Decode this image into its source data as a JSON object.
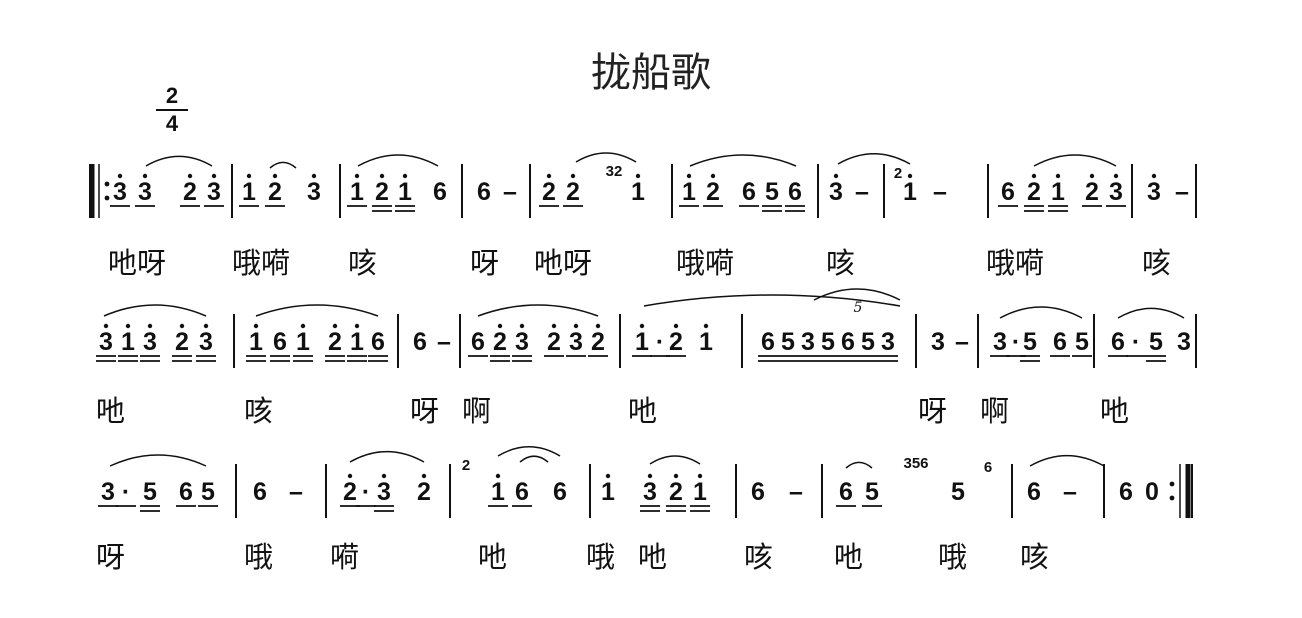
{
  "title": "拢船歌",
  "time_signature": {
    "top": "2",
    "bottom": "4"
  },
  "score": {
    "line1": {
      "measures": [
        [
          "3",
          "3",
          "2",
          "3"
        ],
        [
          "1",
          "2",
          "3"
        ],
        [
          "1",
          "2",
          "1",
          "6"
        ],
        [
          "6",
          "–"
        ],
        [
          "2",
          "2",
          "1"
        ],
        [
          "1",
          "2",
          "6",
          "5",
          "6"
        ],
        [
          "3",
          "–"
        ],
        [
          "1",
          "–"
        ],
        [
          "6",
          "2",
          "1",
          "2",
          "3"
        ],
        [
          "3",
          "–"
        ]
      ],
      "grace_notes": [
        "32",
        "2"
      ]
    },
    "line2": {
      "measures": [
        [
          "3",
          "1",
          "3",
          "2",
          "3"
        ],
        [
          "1",
          "6",
          "1",
          "2",
          "1",
          "6"
        ],
        [
          "6",
          "–"
        ],
        [
          "6",
          "2",
          "3",
          "2",
          "3",
          "2"
        ],
        [
          "1",
          "·",
          "2",
          "1"
        ],
        [
          "6",
          "5",
          "3",
          "5",
          "6",
          "5",
          "3"
        ],
        [
          "3",
          "–"
        ],
        [
          "3",
          "·",
          "5",
          "6",
          "5"
        ],
        [
          "6",
          "·",
          "5",
          "3"
        ]
      ],
      "tuplet": "5"
    },
    "line3": {
      "measures": [
        [
          "3",
          "·",
          "5",
          "6",
          "5"
        ],
        [
          "6",
          "–"
        ],
        [
          "2",
          "·",
          "3",
          "2"
        ],
        [
          "1",
          "6",
          "6"
        ],
        [
          "1",
          "3",
          "2",
          "1"
        ],
        [
          "6",
          "–"
        ],
        [
          "6",
          "5",
          "5"
        ],
        [
          "6",
          "–"
        ],
        [
          "6",
          "0"
        ]
      ],
      "grace_notes": [
        "2",
        "356",
        "6"
      ]
    }
  },
  "lyrics": {
    "line1": [
      {
        "text": "吔呀"
      },
      {
        "text": "哦嗬"
      },
      {
        "text": "咳"
      },
      {
        "text": "呀"
      },
      {
        "text": "吔呀"
      },
      {
        "text": "哦嗬"
      },
      {
        "text": "咳"
      },
      {
        "text": "哦嗬"
      },
      {
        "text": "咳"
      }
    ],
    "line2": [
      {
        "text": "吔"
      },
      {
        "text": "咳"
      },
      {
        "text": "呀"
      },
      {
        "text": "啊"
      },
      {
        "text": "吔"
      },
      {
        "text": "呀"
      },
      {
        "text": "啊"
      },
      {
        "text": "吔"
      }
    ],
    "line3": [
      {
        "text": "呀"
      },
      {
        "text": "哦"
      },
      {
        "text": "嗬"
      },
      {
        "text": "吔"
      },
      {
        "text": "哦"
      },
      {
        "text": "吔"
      },
      {
        "text": "咳"
      },
      {
        "text": "吔"
      },
      {
        "text": "哦"
      },
      {
        "text": "咳"
      }
    ]
  }
}
